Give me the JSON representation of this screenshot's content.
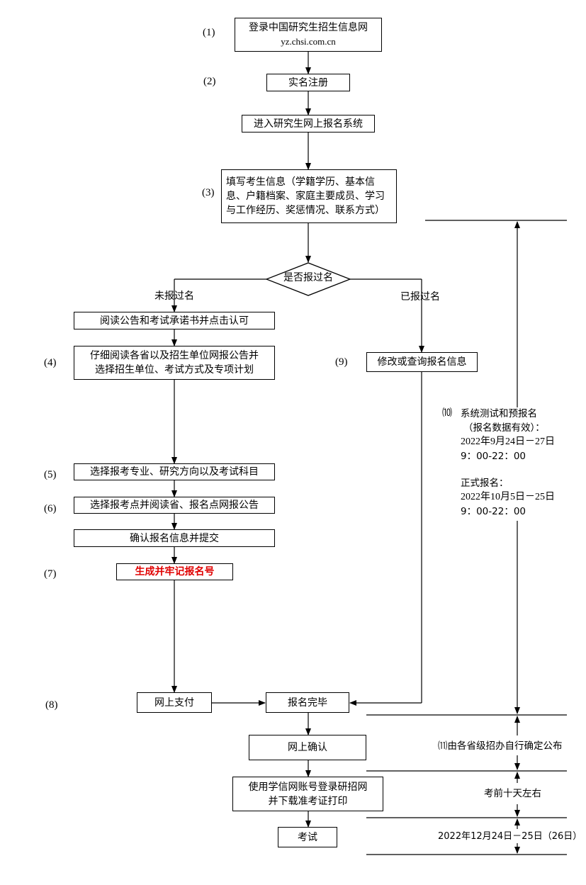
{
  "steps": {
    "login_line1": "登录中国研究生招生信息网",
    "login_line2": "yz.chsi.com.cn",
    "register": "实名注册",
    "enter_system": "进入研究生网上报名系统",
    "fill_info": "填写考生信息（学籍学历、基本信息、户籍档案、家庭主要成员、学习与工作经历、奖惩情况、联系方式）",
    "decision": "是否报过名",
    "branch_no": "未报过名",
    "branch_yes": "已报过名",
    "read_notice": "阅读公告和考试承诺书并点击认可",
    "read_province": "仔细阅读各省以及招生单位网报公告并选择招生单位、考试方式及专项计划",
    "modify": "修改或查询报名信息",
    "select_major": "选择报考专业、研究方向以及考试科目",
    "select_site": "选择报考点并阅读省、报名点网报公告",
    "confirm_submit": "确认报名信息并提交",
    "generate_id": "生成并牢记报名号",
    "pay_online": "网上支付",
    "complete": "报名完毕",
    "online_confirm": "网上确认",
    "download_line1": "使用学信网账号登录研招网",
    "download_line2": "并下载准考证打印",
    "exam": "考试"
  },
  "numbers": {
    "n1": "(1)",
    "n2": "(2)",
    "n3": "(3)",
    "n4": "(4)",
    "n5": "(5)",
    "n6": "(6)",
    "n7": "(7)",
    "n8": "(8)",
    "n9": "(9)"
  },
  "notes": {
    "n10_label": "⑽",
    "n10_line1": "系统测试和预报名",
    "n10_line2": "（报名数据有效）：",
    "n10_line3": "2022年9月24日－27日",
    "n10_line4": "9：00-22：00",
    "n10_line5": "正式报名：",
    "n10_line6": "2022年10月5日－25日",
    "n10_line7": "9：00-22：00",
    "n11": "⑾由各省级招办自行确定公布",
    "before_exam": "考前十天左右",
    "exam_date": "2022年12月24日－25日（26日）"
  }
}
